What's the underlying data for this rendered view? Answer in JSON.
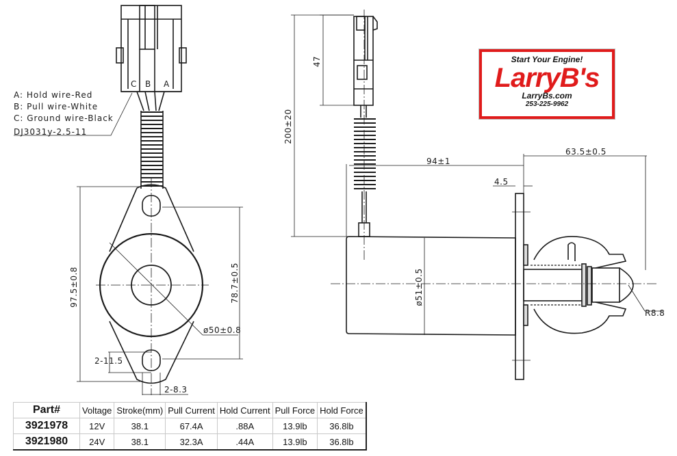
{
  "legend": {
    "wires": [
      "A: Hold wire-Red",
      "B: Pull wire-White",
      "C: Ground wire-Black"
    ],
    "model": "DJ3031y-2.5-11"
  },
  "connector_labels": [
    "C",
    "B",
    "A"
  ],
  "front_view": {
    "dims": {
      "overall_height": "97.5±0.8",
      "hole_spacing": "78.7±0.5",
      "body_diameter": "ø50±0.8",
      "slot_length": "2-11.5",
      "slot_width": "2-8.3"
    }
  },
  "side_view": {
    "dims": {
      "connector_length": "47",
      "lead_length": "200±20",
      "body_length": "94±1",
      "flange_thickness": "4.5",
      "plunger_extension": "63.5±0.5",
      "body_diameter": "ø51±0.5",
      "tip_radius": "R8.8"
    }
  },
  "logo": {
    "tagline": "Start Your Engine!",
    "brand": "LarryB's",
    "website": "LarryBs.com",
    "phone": "253-225-9962",
    "border_color": "#e01b1b",
    "brand_color": "#e01b1b"
  },
  "spec_table": {
    "headers": [
      "Part#",
      "Voltage",
      "Stroke(mm)",
      "Pull Current",
      "Hold Current",
      "Pull Force",
      "Hold Force"
    ],
    "rows": [
      [
        "3921978",
        "12V",
        "38.1",
        "67.4A",
        ".88A",
        "13.9lb",
        "36.8lb"
      ],
      [
        "3921980",
        "24V",
        "38.1",
        "32.3A",
        ".44A",
        "13.9lb",
        "36.8lb"
      ]
    ]
  }
}
